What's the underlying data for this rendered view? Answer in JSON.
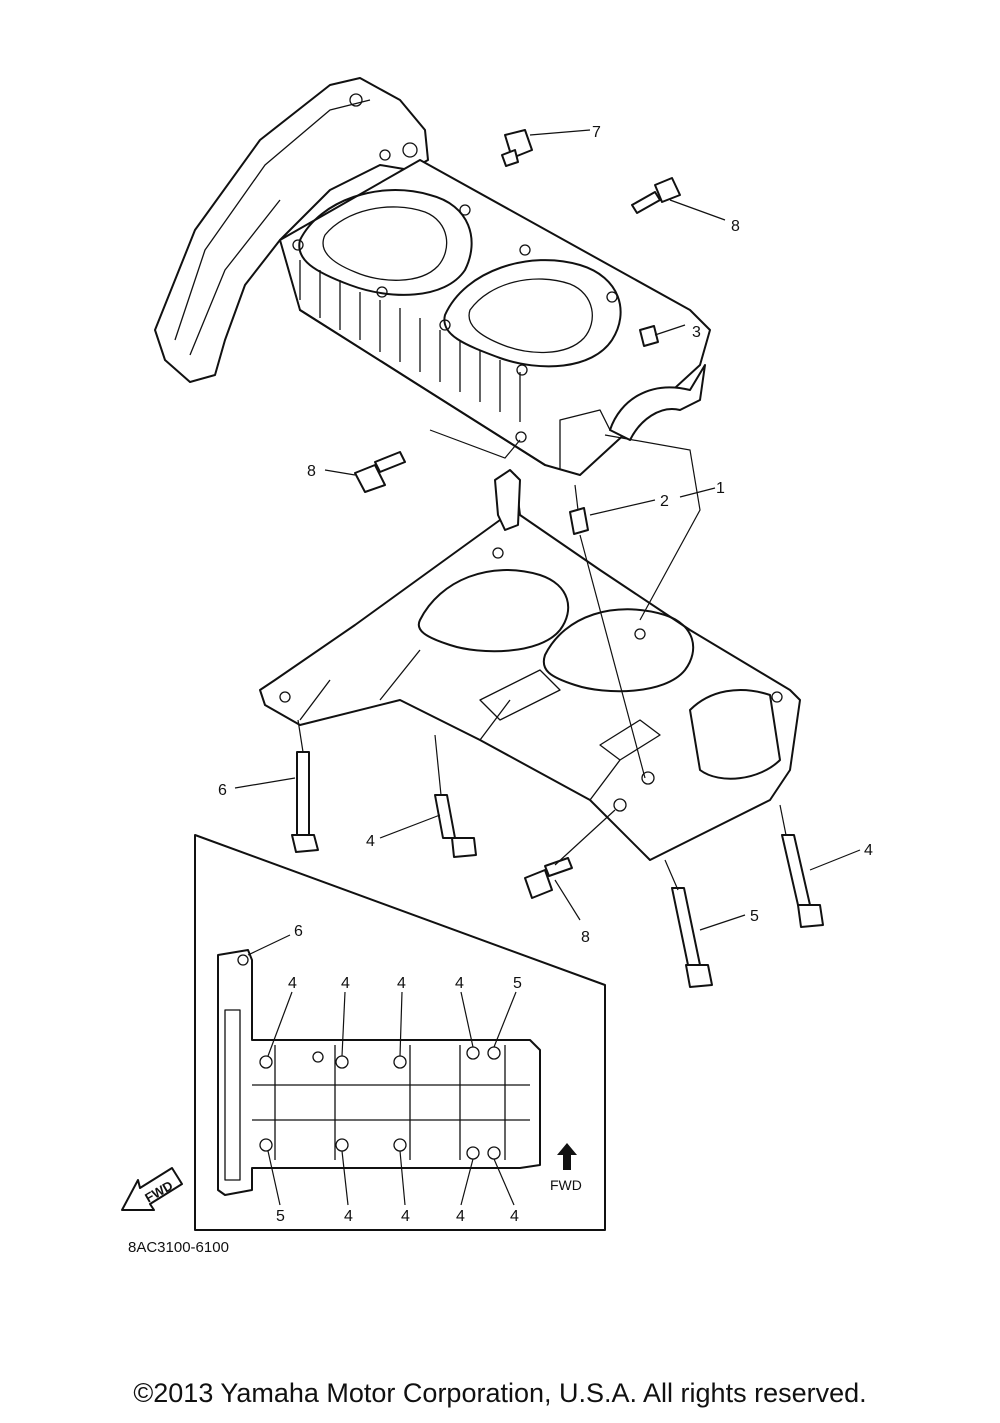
{
  "callouts": {
    "c1": "1",
    "c2": "2",
    "c3": "3",
    "c4a": "4",
    "c4b": "4",
    "c5": "5",
    "c6": "6",
    "c7": "7",
    "c8a": "8",
    "c8b": "8",
    "c8c": "8"
  },
  "inset": {
    "top_labels": [
      "6",
      "4",
      "4",
      "4",
      "4",
      "5"
    ],
    "bottom_labels": [
      "5",
      "4",
      "4",
      "4",
      "4"
    ],
    "fwd_label": "FWD"
  },
  "fwd_arrow_label": "FWD",
  "part_code": "8AC3100-6100",
  "copyright": "©2013 Yamaha Motor Corporation, U.S.A. All rights reserved."
}
